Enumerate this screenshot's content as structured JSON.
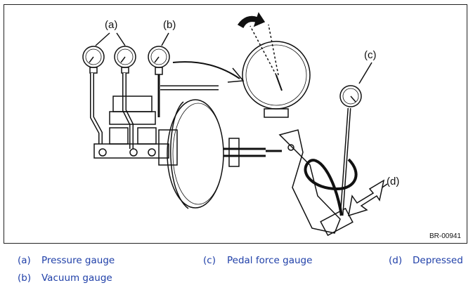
{
  "figure": {
    "callouts": [
      "(a)",
      "(b)",
      "(c)",
      "(d)"
    ],
    "code": "BR-00941"
  },
  "legend": [
    {
      "code": "(a)",
      "label": "Pressure gauge"
    },
    {
      "code": "(b)",
      "label": "Vacuum gauge"
    },
    {
      "code": "(c)",
      "label": "Pedal force gauge"
    },
    {
      "code": "(d)",
      "label": "Depressed"
    }
  ],
  "colors": {
    "legend_text": "#1f3fa8",
    "line": "#111111"
  }
}
